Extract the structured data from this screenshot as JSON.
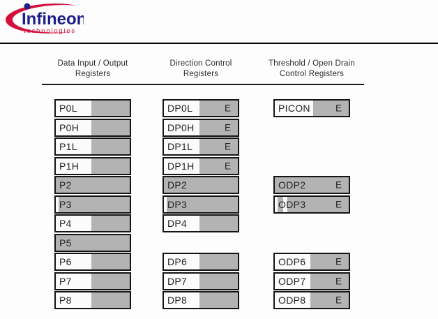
{
  "logo": {
    "brand": "Infineon",
    "tagline": "technologies",
    "brand_color": "#1b1e8c",
    "accent_color": "#d40f3c"
  },
  "colors": {
    "register_gray": "#b3b3b3",
    "register_white": "#fbfbfb",
    "border_black": "#141414",
    "rule_black": "#000000",
    "text": "#242424"
  },
  "e_label": "E",
  "columns": [
    {
      "id": "data-io",
      "title_lines": [
        "Data Input / Output",
        "Registers"
      ],
      "registers": [
        {
          "label": "P0L",
          "row": 0,
          "e": false,
          "segments": [
            [
              "w",
              48
            ],
            [
              "g",
              52
            ]
          ]
        },
        {
          "label": "P0H",
          "row": 1,
          "e": false,
          "segments": [
            [
              "w",
              48
            ],
            [
              "g",
              52
            ]
          ]
        },
        {
          "label": "P1L",
          "row": 2,
          "e": false,
          "segments": [
            [
              "w",
              48
            ],
            [
              "g",
              52
            ]
          ]
        },
        {
          "label": "P1H",
          "row": 3,
          "e": false,
          "segments": [
            [
              "w",
              48
            ],
            [
              "g",
              52
            ]
          ]
        },
        {
          "label": "P2",
          "row": 4,
          "e": false,
          "segments": [
            [
              "g",
              100
            ]
          ]
        },
        {
          "label": "P3",
          "row": 5,
          "e": false,
          "segments": [
            [
              "w",
              4
            ],
            [
              "g",
              96
            ]
          ]
        },
        {
          "label": "P4",
          "row": 6,
          "e": false,
          "segments": [
            [
              "w",
              48
            ],
            [
              "g",
              52
            ]
          ]
        },
        {
          "label": "P5",
          "row": 7,
          "e": false,
          "segments": [
            [
              "g",
              100
            ]
          ]
        },
        {
          "label": "P6",
          "row": 8,
          "e": false,
          "segments": [
            [
              "w",
              48
            ],
            [
              "g",
              52
            ]
          ]
        },
        {
          "label": "P7",
          "row": 9,
          "e": false,
          "segments": [
            [
              "w",
              48
            ],
            [
              "g",
              52
            ]
          ]
        },
        {
          "label": "P8",
          "row": 10,
          "e": false,
          "segments": [
            [
              "w",
              48
            ],
            [
              "g",
              52
            ]
          ]
        }
      ]
    },
    {
      "id": "direction-control",
      "title_lines": [
        "Direction Control",
        "Registers"
      ],
      "registers": [
        {
          "label": "DP0L",
          "row": 0,
          "e": true,
          "segments": [
            [
              "w",
              48
            ],
            [
              "g",
              52
            ]
          ]
        },
        {
          "label": "DP0H",
          "row": 1,
          "e": true,
          "segments": [
            [
              "w",
              48
            ],
            [
              "g",
              52
            ]
          ]
        },
        {
          "label": "DP1L",
          "row": 2,
          "e": true,
          "segments": [
            [
              "w",
              48
            ],
            [
              "g",
              52
            ]
          ]
        },
        {
          "label": "DP1H",
          "row": 3,
          "e": true,
          "segments": [
            [
              "w",
              48
            ],
            [
              "g",
              52
            ]
          ]
        },
        {
          "label": "DP2",
          "row": 4,
          "e": false,
          "segments": [
            [
              "g",
              100
            ]
          ]
        },
        {
          "label": "DP3",
          "row": 5,
          "e": false,
          "segments": [
            [
              "w",
              4
            ],
            [
              "g",
              96
            ]
          ]
        },
        {
          "label": "DP4",
          "row": 6,
          "e": false,
          "segments": [
            [
              "w",
              48
            ],
            [
              "g",
              52
            ]
          ]
        },
        {
          "label": "DP6",
          "row": 8,
          "e": false,
          "segments": [
            [
              "w",
              48
            ],
            [
              "g",
              52
            ]
          ]
        },
        {
          "label": "DP7",
          "row": 9,
          "e": false,
          "segments": [
            [
              "w",
              48
            ],
            [
              "g",
              52
            ]
          ]
        },
        {
          "label": "DP8",
          "row": 10,
          "e": false,
          "segments": [
            [
              "w",
              48
            ],
            [
              "g",
              52
            ]
          ]
        }
      ]
    },
    {
      "id": "threshold-open-drain",
      "title_lines": [
        "Threshold / Open Drain",
        "Control Registers"
      ],
      "registers": [
        {
          "label": "PICON",
          "row": 0,
          "e": true,
          "segments": [
            [
              "w",
              52
            ],
            [
              "g",
              48
            ]
          ]
        },
        {
          "label": "ODP2",
          "row": 4,
          "e": true,
          "segments": [
            [
              "g",
              100
            ]
          ]
        },
        {
          "label": "ODP3",
          "row": 5,
          "e": true,
          "segments": [
            [
              "w",
              4
            ],
            [
              "g",
              7
            ],
            [
              "w",
              6
            ],
            [
              "g",
              83
            ]
          ]
        },
        {
          "label": "ODP6",
          "row": 8,
          "e": true,
          "segments": [
            [
              "w",
              48
            ],
            [
              "g",
              52
            ]
          ]
        },
        {
          "label": "ODP7",
          "row": 9,
          "e": true,
          "segments": [
            [
              "w",
              48
            ],
            [
              "g",
              52
            ]
          ]
        },
        {
          "label": "ODP8",
          "row": 10,
          "e": true,
          "segments": [
            [
              "w",
              48
            ],
            [
              "g",
              52
            ]
          ]
        }
      ]
    }
  ]
}
